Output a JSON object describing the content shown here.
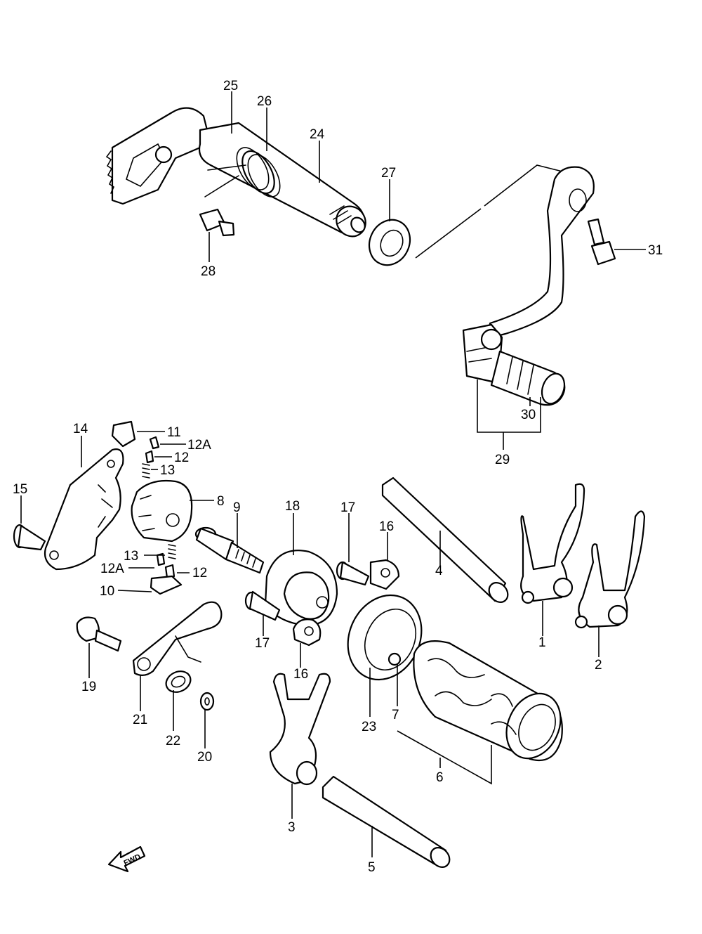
{
  "callouts": {
    "c1": "1",
    "c2": "2",
    "c3": "3",
    "c4": "4",
    "c5": "5",
    "c6": "6",
    "c7": "7",
    "c8": "8",
    "c9": "9",
    "c10": "10",
    "c11": "11",
    "c12a": "12",
    "c12b": "12",
    "c12A_a": "12A",
    "c12A_b": "12A",
    "c13a": "13",
    "c13b": "13",
    "c14": "14",
    "c15": "15",
    "c16a": "16",
    "c16b": "16",
    "c17a": "17",
    "c17b": "17",
    "c18": "18",
    "c19": "19",
    "c20": "20",
    "c21": "21",
    "c22": "22",
    "c23": "23",
    "c24": "24",
    "c25": "25",
    "c26": "26",
    "c27": "27",
    "c28": "28",
    "c29": "29",
    "c30": "30",
    "c31": "31"
  },
  "fwd_label": "FWD",
  "colors": {
    "line": "#000000",
    "background": "#ffffff"
  }
}
